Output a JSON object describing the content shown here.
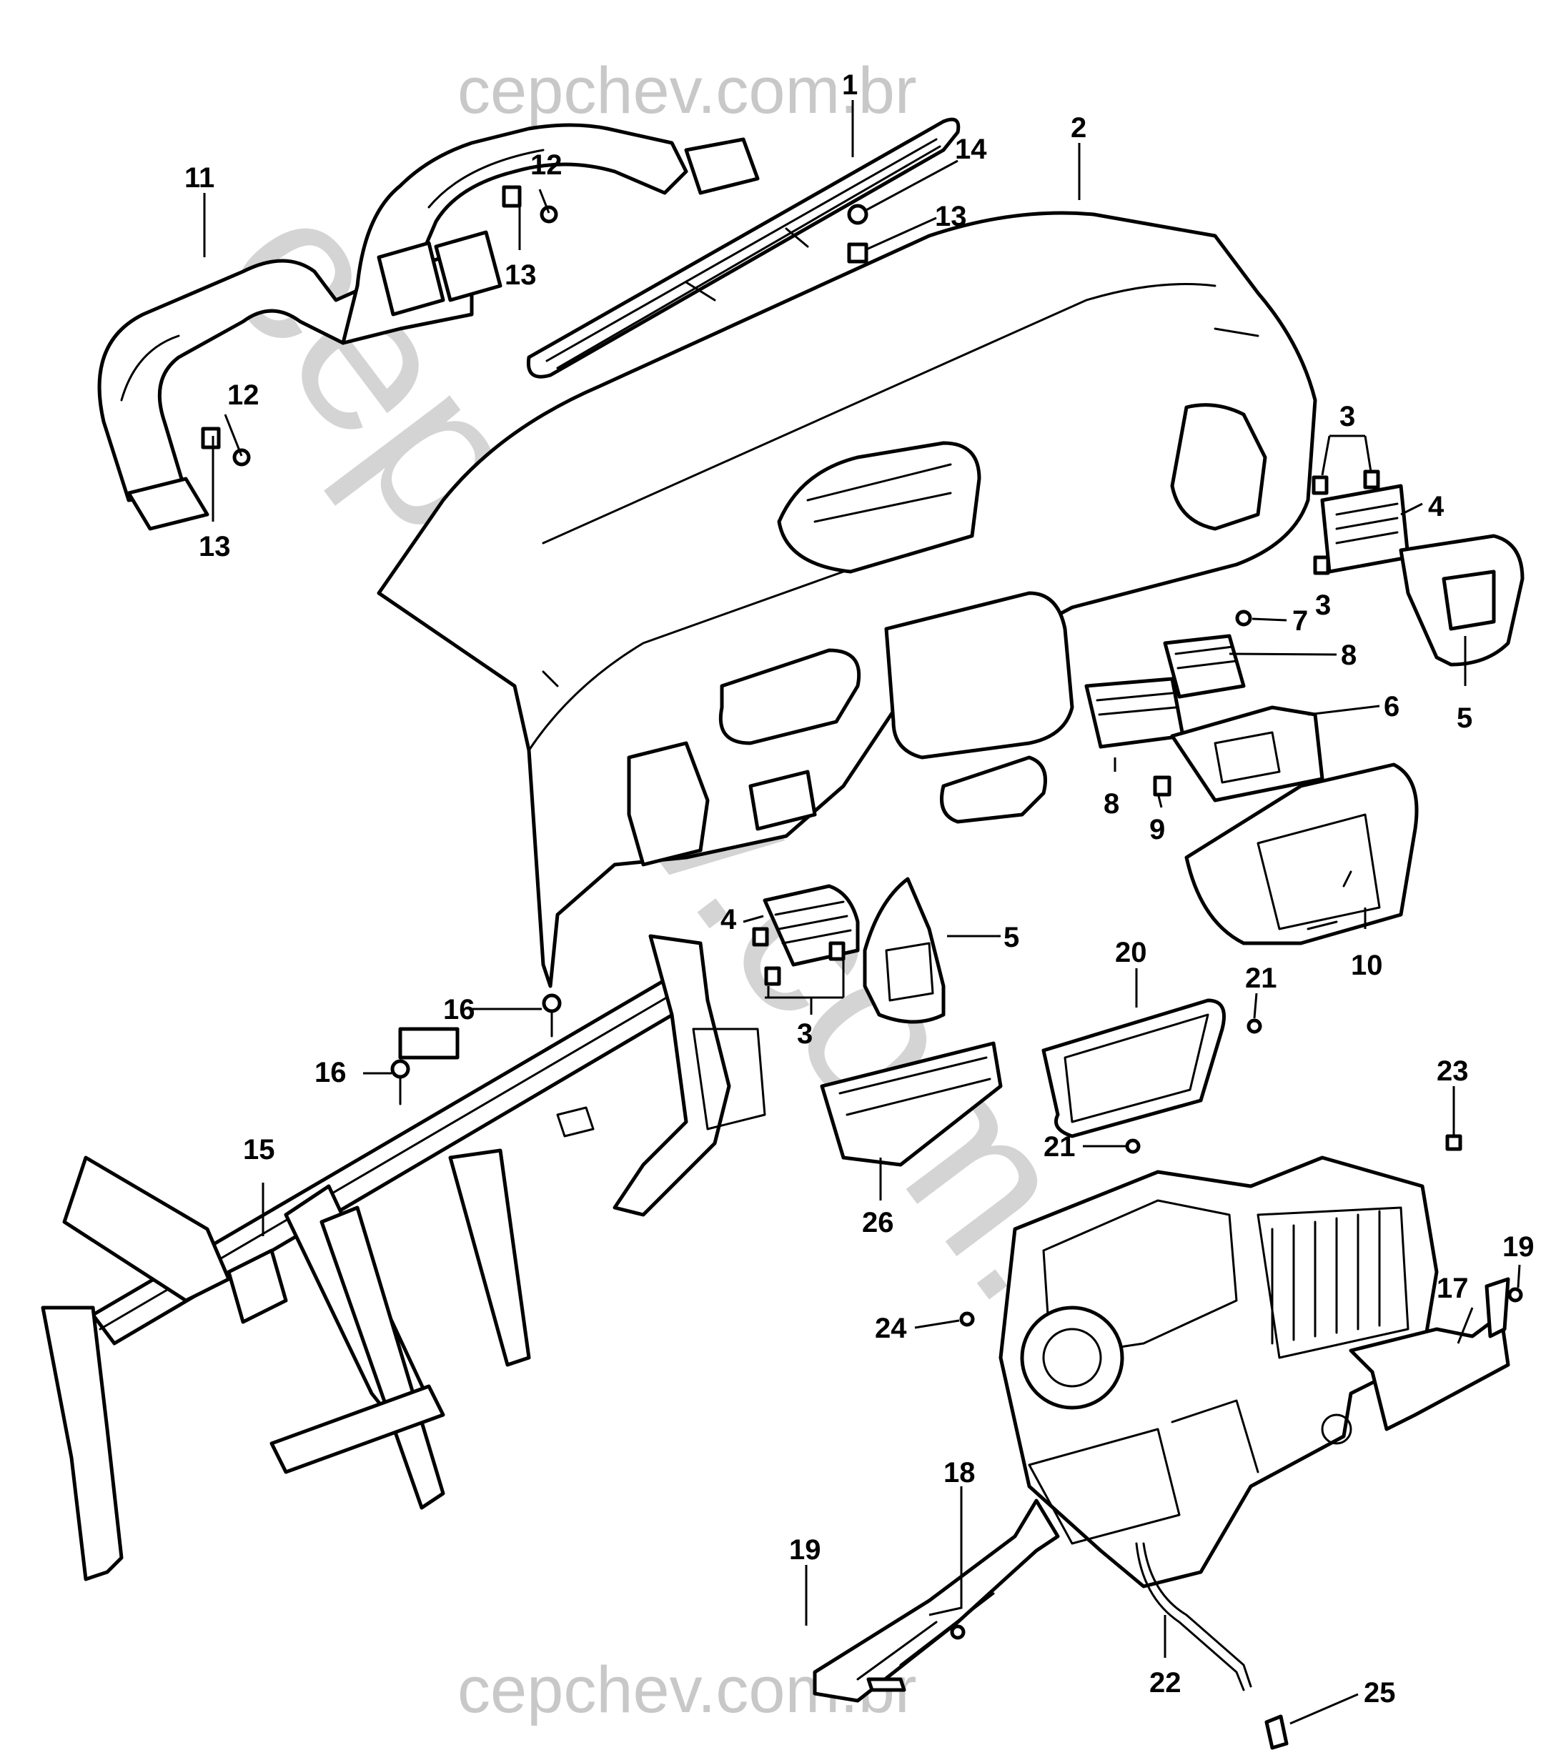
{
  "watermark": {
    "top": "cepchev.com.br",
    "bottom": "cepchev.com.br",
    "diagonal": "cepchev.com.br"
  },
  "callouts": {
    "c1": "1",
    "c2": "2",
    "c3a": "3",
    "c3b": "3",
    "c3c": "3",
    "c4a": "4",
    "c4b": "4",
    "c5a": "5",
    "c5b": "5",
    "c6": "6",
    "c7": "7",
    "c8a": "8",
    "c8b": "8",
    "c9": "9",
    "c10": "10",
    "c11": "11",
    "c12a": "12",
    "c12b": "12",
    "c13a": "13",
    "c13b": "13",
    "c13c": "13",
    "c14": "14",
    "c15": "15",
    "c16a": "16",
    "c16b": "16",
    "c17": "17",
    "c18": "18",
    "c19a": "19",
    "c19b": "19",
    "c20": "20",
    "c21a": "21",
    "c21b": "21",
    "c22": "22",
    "c23": "23",
    "c24": "24",
    "c25": "25",
    "c26": "26"
  }
}
